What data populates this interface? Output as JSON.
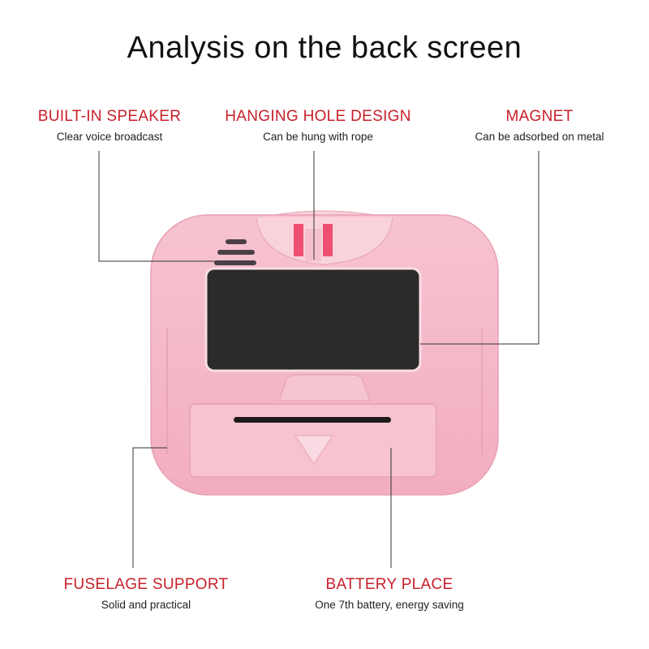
{
  "title": "Analysis on the back screen",
  "labels": {
    "speaker": {
      "heading": "BUILT-IN SPEAKER",
      "sub": "Clear voice broadcast"
    },
    "hole": {
      "heading": "HANGING HOLE DESIGN",
      "sub": "Can be hung with rope"
    },
    "magnet": {
      "heading": "MAGNET",
      "sub": "Can be adsorbed on metal"
    },
    "fuselage": {
      "heading": "FUSELAGE SUPPORT",
      "sub": "Solid and practical"
    },
    "battery": {
      "heading": "BATTERY PLACE",
      "sub": "One 7th battery, energy saving"
    }
  },
  "colors": {
    "accent": "#c8202a",
    "body": "#f4b6c6",
    "screen": "#2b2b2b"
  }
}
